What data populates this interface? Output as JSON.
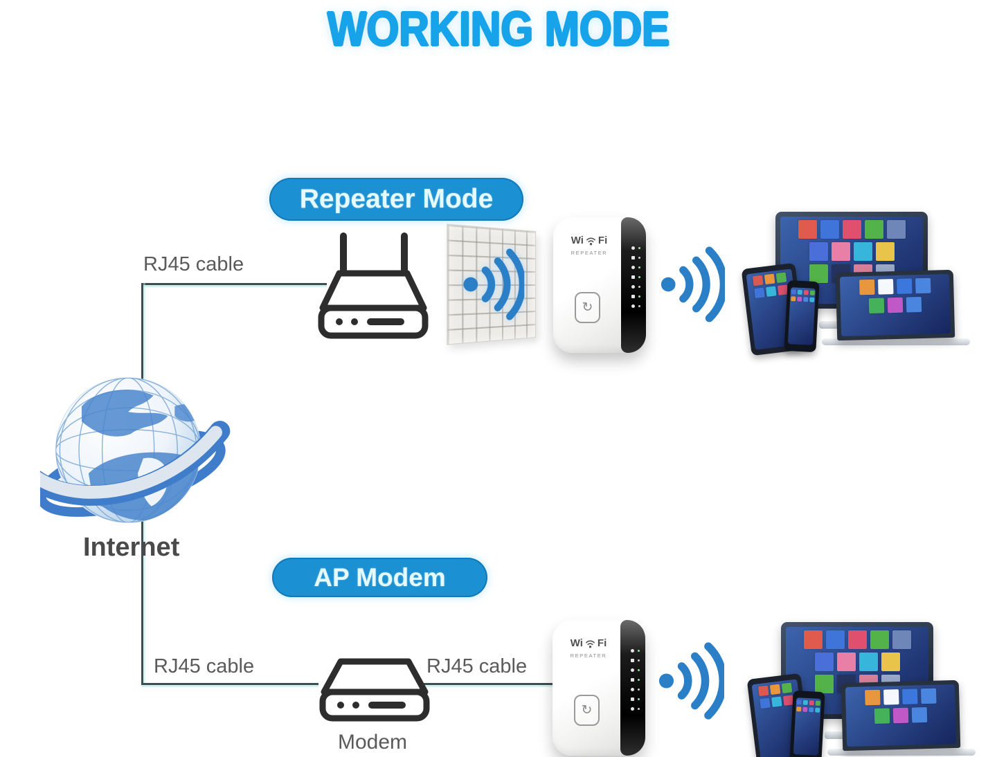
{
  "title": "WORKING MODE",
  "internet_label": "Internet",
  "repeater_section": {
    "badge": "Repeater Mode",
    "cable_label": "RJ45 cable"
  },
  "ap_section": {
    "badge": "AP Modem",
    "cable_label_left": "RJ45 cable",
    "cable_label_right": "RJ45 cable",
    "modem_label": "Modem"
  },
  "device": {
    "brand_left": "Wi",
    "brand_right": "Fi",
    "subtitle": "REPEATER",
    "wps_glyph": "↻",
    "leds": [
      1,
      0,
      1,
      1,
      0,
      1,
      0
    ]
  },
  "colors": {
    "title": "#17a3ea",
    "badge": "#1b90d3",
    "badge_text": "#e4faff",
    "wifi": "#2a7fc6",
    "line": "#3e4d52",
    "label": "#5a5a5a"
  },
  "tiles": {
    "monitor": [
      [
        "#e05a4e",
        "#3f74d9",
        "#e0506e",
        "#53b24a",
        "#6f86b8"
      ],
      [
        "#4a6fd8",
        "#e87fa6",
        "#38b5da",
        "#e8c44a"
      ],
      [
        "#53b24a",
        "#25335f",
        "#d8809a",
        "#9aa8c8"
      ]
    ],
    "laptop": [
      [
        "#e8973f",
        "#f5f8fd",
        "#3b77dd",
        "#4a86e0"
      ],
      [
        "#45b158",
        "#c058c8",
        "#4a86e0"
      ]
    ],
    "tablet": [
      [
        "#d85a50",
        "#e8973f",
        "#53b24a"
      ],
      [
        "#3f74d9",
        "#38b5da",
        "#d8506e"
      ]
    ],
    "phone": [
      [
        "#4a6fd8",
        "#38b5da",
        "#e0506e",
        "#53b24a"
      ],
      [
        "#e8973f",
        "#c058c8",
        "#4a86e0",
        "#38b5da"
      ]
    ]
  }
}
